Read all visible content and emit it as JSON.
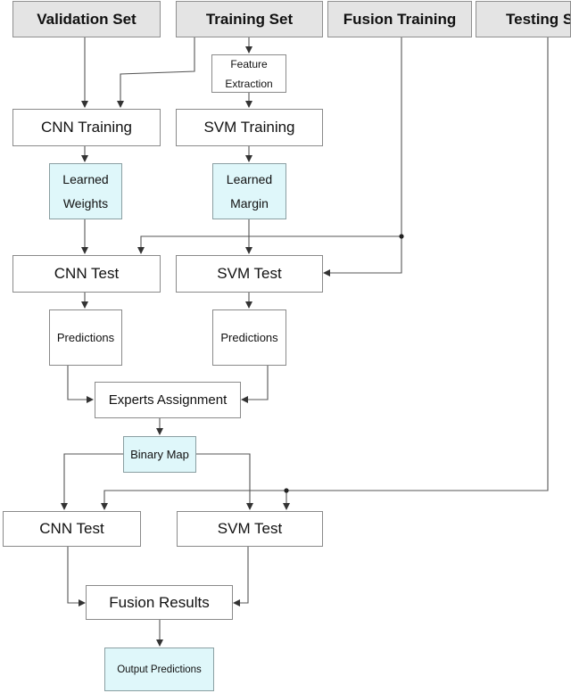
{
  "headers": {
    "validation_set": "Validation Set",
    "training_set": "Training Set",
    "fusion_training": "Fusion Training",
    "testing_set": "Testing S"
  },
  "stage1": {
    "feature_extraction": [
      "Feature",
      "Extraction"
    ],
    "cnn_training": "CNN Training",
    "svm_training": "SVM Training",
    "learned_weights": [
      "Learned",
      "Weights"
    ],
    "learned_margin": [
      "Learned",
      "Margin"
    ]
  },
  "stage2": {
    "cnn_test": "CNN Test",
    "svm_test": "SVM Test",
    "cnn_predictions": "Predictions",
    "svm_predictions": "Predictions",
    "experts_assignment": "Experts Assignment",
    "binary_map": "Binary Map"
  },
  "stage3": {
    "cnn_test": "CNN Test",
    "svm_test": "SVM Test",
    "fusion_results": "Fusion Results",
    "output_predictions": "Output Predictions"
  },
  "colors": {
    "header_fill": "#e4e4e4",
    "highlight_fill": "#dff7fa",
    "line": "#555555"
  }
}
